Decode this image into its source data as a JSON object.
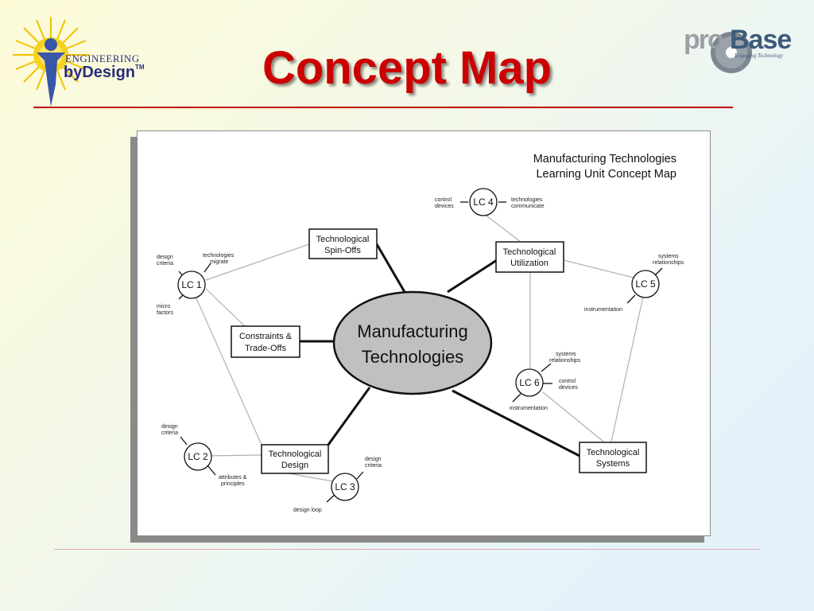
{
  "slide": {
    "title": "Concept Map"
  },
  "logos": {
    "left_line1": "ENGINEERING",
    "left_line2": "byDesign",
    "left_tm": "TM",
    "right_pro": "pro",
    "right_base": "Base",
    "right_tagline": "Engaging Technology"
  },
  "map": {
    "heading_line1": "Manufacturing Technologies",
    "heading_line2": "Learning Unit Concept Map",
    "center_line1": "Manufacturing",
    "center_line2": "Technologies",
    "boxes": [
      {
        "id": "spin",
        "line1": "Technological",
        "line2": "Spin-Offs"
      },
      {
        "id": "util",
        "line1": "Technological",
        "line2": "Utilization"
      },
      {
        "id": "constraints",
        "line1": "Constraints &",
        "line2": "Trade-Offs"
      },
      {
        "id": "design",
        "line1": "Technological",
        "line2": "Design"
      },
      {
        "id": "systems",
        "line1": "Technological",
        "line2": "Systems"
      }
    ],
    "circles": [
      {
        "id": "lc1",
        "label": "LC 1"
      },
      {
        "id": "lc2",
        "label": "LC 2"
      },
      {
        "id": "lc3",
        "label": "LC 3"
      },
      {
        "id": "lc4",
        "label": "LC 4"
      },
      {
        "id": "lc5",
        "label": "LC 5"
      },
      {
        "id": "lc6",
        "label": "LC 6"
      }
    ],
    "notes": {
      "lc1_a1": "design",
      "lc1_a2": "criteria",
      "lc1_b1": "technologies",
      "lc1_b2": "migrate",
      "lc1_c1": "micro",
      "lc1_c2": "factors",
      "lc2_a1": "design",
      "lc2_a2": "criteria",
      "lc2_b1": "attributes &",
      "lc2_b2": "principles",
      "lc3_a1": "design",
      "lc3_a2": "criteria",
      "lc3_b1": "design loop",
      "lc4_a1": "control",
      "lc4_a2": "devices",
      "lc4_b1": "technologies",
      "lc4_b2": "communicate",
      "lc5_a1": "systems",
      "lc5_a2": "relationships",
      "lc5_b1": "instrumentation",
      "lc6_a1": "systems",
      "lc6_a2": "relationships",
      "lc6_b1": "control",
      "lc6_b2": "devices",
      "lc6_c1": "instrumentation"
    }
  },
  "colors": {
    "title": "#cc0000",
    "rule": "#c00000",
    "ellipse_fill": "#c0c0c0",
    "line_dark": "#111111",
    "line_light": "#b0b0b0"
  }
}
